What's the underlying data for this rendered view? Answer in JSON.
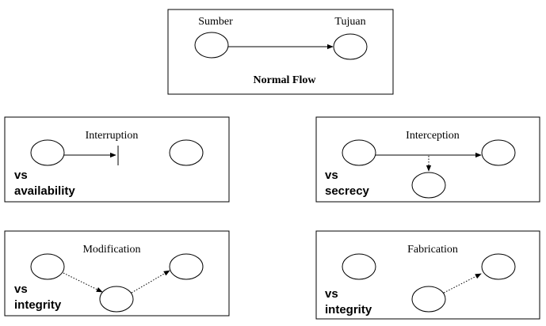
{
  "panels": [
    {
      "id": "normal",
      "title": "Normal Flow",
      "source_label": "Sumber",
      "target_label": "Tujuan",
      "vs_word": "",
      "vs_target": ""
    },
    {
      "id": "interruption",
      "title": "Interruption",
      "vs_word": "vs",
      "vs_target": "availability"
    },
    {
      "id": "interception",
      "title": "Interception",
      "vs_word": "vs",
      "vs_target": "secrecy"
    },
    {
      "id": "modification",
      "title": "Modification",
      "vs_word": "vs",
      "vs_target": "integrity"
    },
    {
      "id": "fabrication",
      "title": "Fabrication",
      "vs_word": "vs",
      "vs_target": "integrity"
    }
  ]
}
